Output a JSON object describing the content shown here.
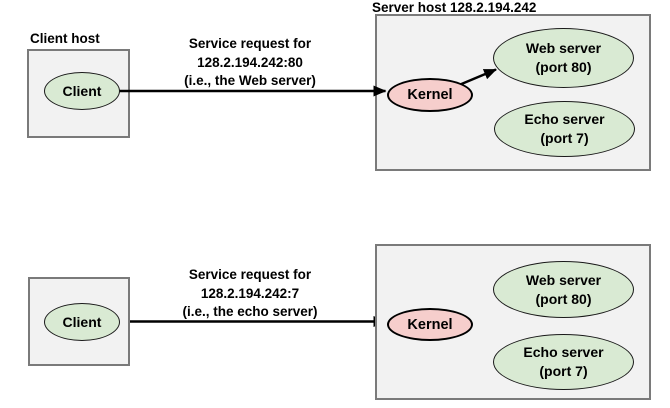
{
  "colors": {
    "process_green": "#d9ead3",
    "kernel_pink": "#f6cecc",
    "host_box_fill": "#f2f2f2",
    "host_box_border": "#7a7a7a",
    "arrow_black": "#000000"
  },
  "top_scenario": {
    "client_host_title": "Client host",
    "server_host_title": "Server host 128.2.194.242",
    "client_label": "Client",
    "kernel_label": "Kernel",
    "web_server_lines": [
      "Web server",
      "(port 80)"
    ],
    "echo_server_lines": [
      "Echo server",
      "(port 7)"
    ],
    "request_lines": [
      "Service request for",
      "128.2.194.242:80",
      "(i.e., the Web server)"
    ]
  },
  "bottom_scenario": {
    "client_label": "Client",
    "kernel_label": "Kernel",
    "web_server_lines": [
      "Web server",
      "(port 80)"
    ],
    "echo_server_lines": [
      "Echo server",
      "(port 7)"
    ],
    "request_lines": [
      "Service request for",
      "128.2.194.242:7",
      "(i.e., the echo server)"
    ]
  }
}
